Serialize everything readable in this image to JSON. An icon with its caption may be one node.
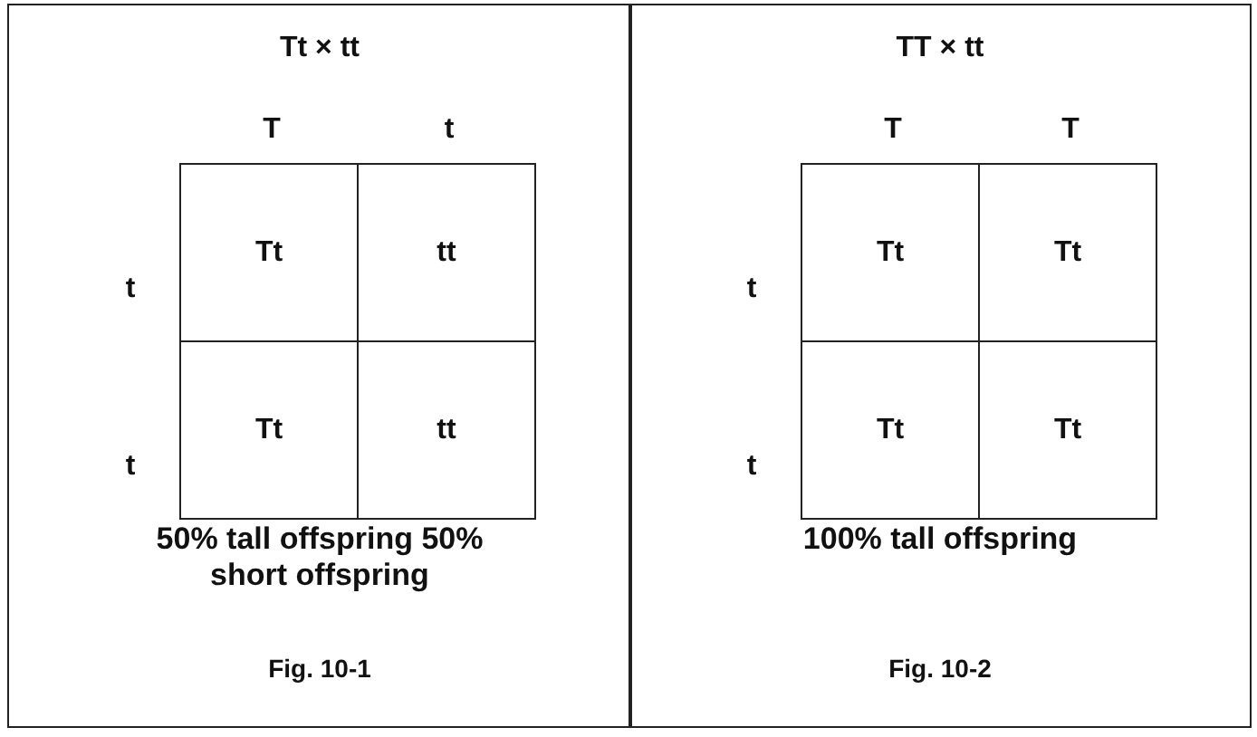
{
  "diagram": {
    "nodes": [
      {
        "text": [
          "Tt × tt",
          "50% tall offspring 50% short offspring",
          "Fig. 10-1"
        ]
      },
      {
        "text": [
          "Tt"
        ],
        "in": 0
      },
      {
        "text": [
          "tt"
        ],
        "in": 0
      },
      {
        "text": [
          "Tt"
        ],
        "in": 0
      },
      {
        "text": [
          "tt"
        ],
        "in": 0
      },
      {
        "text": [
          "TT × tt",
          "100% tall offspring",
          "Fig. 10-2"
        ]
      },
      {
        "text": [
          "Tt"
        ],
        "in": 5
      },
      {
        "text": [
          "Tt"
        ],
        "in": 5
      },
      {
        "text": [
          "Tt"
        ],
        "in": 5
      },
      {
        "text": [
          "Tt"
        ],
        "in": 5
      }
    ],
    "labels": [
      "T",
      "t",
      "t",
      "t",
      "T",
      "T",
      "t",
      "t"
    ]
  }
}
